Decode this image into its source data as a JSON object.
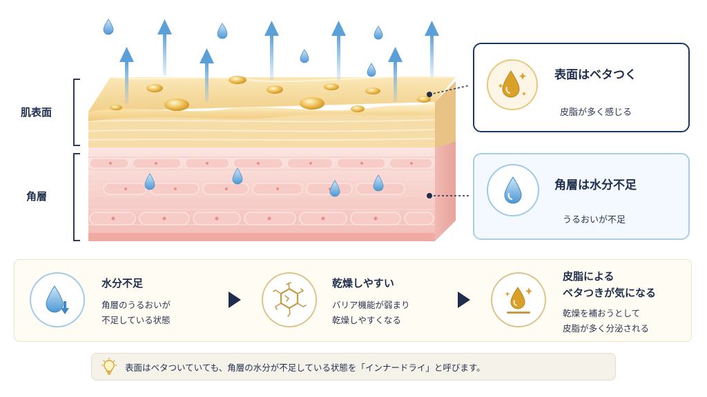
{
  "labels": {
    "surface": "肌表面",
    "stratum": "角層"
  },
  "callouts": {
    "sticky": {
      "title": "表面はベタつく",
      "subtitle": "皮脂が多く感じる",
      "icon": "oil-drop-icon"
    },
    "dry": {
      "title": "角層は水分不足",
      "subtitle": "うるおいが不足",
      "icon": "water-drop-icon"
    }
  },
  "flow": [
    {
      "title": "水分不足",
      "text_1": "角層のうるおいが",
      "text_2": "不足している状態",
      "icon": "water-drop-down-icon"
    },
    {
      "title": "乾燥しやすい",
      "text_1": "バリア機能が弱まり",
      "text_2": "乾燥しやすくなる",
      "icon": "cracked-barrier-icon"
    },
    {
      "title_1": "皮脂による",
      "title_2": "ベタつきが気になる",
      "text_1": "乾燥を補おうとして",
      "text_2": "皮脂が多く分泌される",
      "icon": "oil-drop-sparkle-icon"
    }
  ],
  "note": {
    "text": "表面はベタついていても、角層の水分が不足している状態を「インナードライ」と呼びます。",
    "icon": "lightbulb-icon"
  },
  "colors": {
    "navy": "#1f2d4d",
    "oil": "#d9a42a",
    "water": "#5aa6dc",
    "skin_pink": "#f2c4c0",
    "surface_yellow": "#f3d9a0"
  }
}
